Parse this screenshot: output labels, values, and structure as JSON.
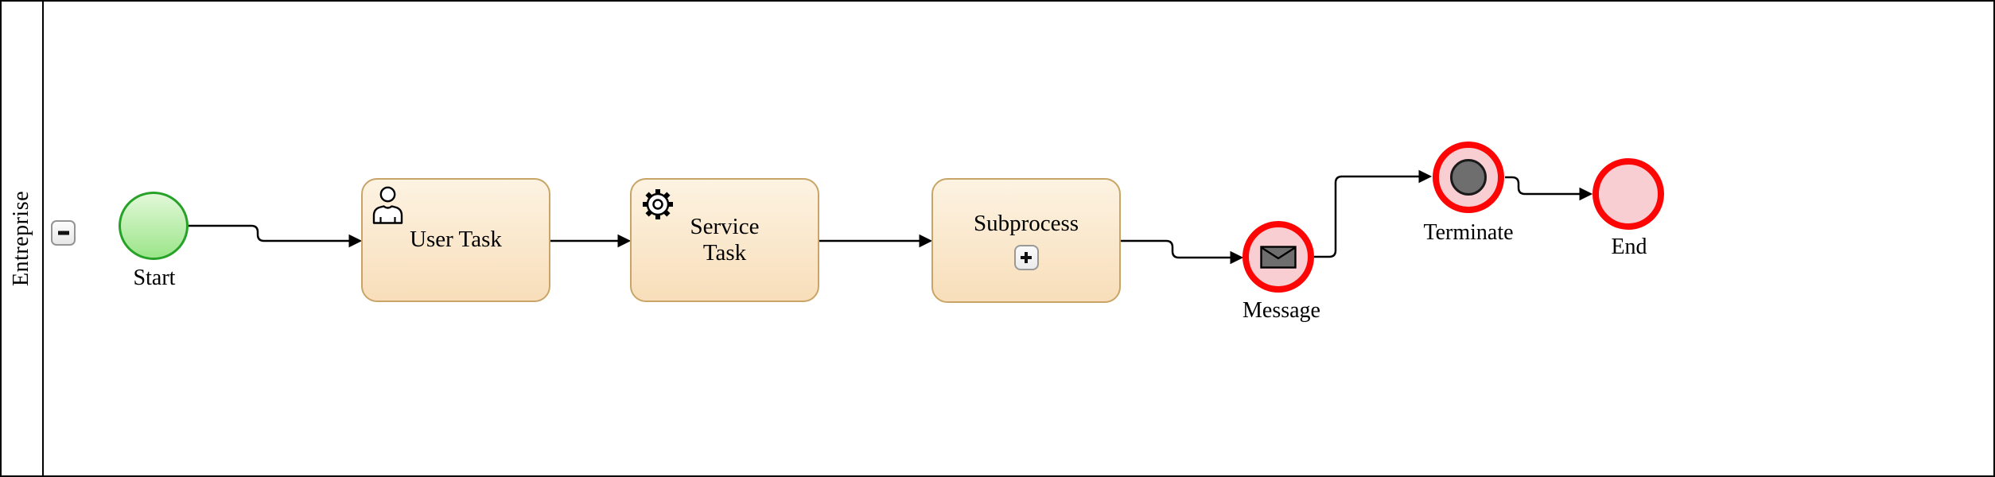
{
  "diagram": {
    "type": "bpmn-process",
    "pool_label": "Entreprise",
    "pool_collapse_symbol": "minus",
    "events": {
      "start": {
        "label": "Start",
        "kind": "start-event",
        "fill": "#9be58a",
        "stroke": "#27a228"
      },
      "message": {
        "label": "Message",
        "kind": "intermediate-message-event",
        "fill": "#f9ced3",
        "stroke": "#fe0505"
      },
      "terminate": {
        "label": "Terminate",
        "kind": "terminate-end-event",
        "fill": "#f9ced3",
        "stroke": "#fe0505"
      },
      "end": {
        "label": "End",
        "kind": "end-event",
        "fill": "#f9ced3",
        "stroke": "#fe0505"
      }
    },
    "tasks": {
      "user": {
        "label": "User Task",
        "icon": "person-icon"
      },
      "service": {
        "label": "Service\nTask",
        "icon": "gear-icon"
      },
      "subprocess": {
        "label": "Subprocess",
        "icon": "plus-icon"
      }
    },
    "flows": [
      {
        "from": "start",
        "to": "user-task"
      },
      {
        "from": "user-task",
        "to": "service-task"
      },
      {
        "from": "service-task",
        "to": "subprocess"
      },
      {
        "from": "subprocess",
        "to": "message"
      },
      {
        "from": "message",
        "to": "terminate"
      },
      {
        "from": "terminate",
        "to": "end"
      }
    ],
    "icons": {
      "person-icon": "human head and shoulders outline",
      "gear-icon": "cog outline",
      "envelope-icon": "filled gray envelope",
      "terminate-icon": "filled gray circle",
      "plus-icon": "plus sign in rounded square",
      "minus-icon": "minus sign in rounded square"
    },
    "colors": {
      "pool_border": "#000000",
      "task_fill_top": "#fdf3e2",
      "task_fill_bottom": "#f8deba",
      "task_border": "#c8a566",
      "start_fill_top": "#e2f8d8",
      "start_fill_bottom": "#9be58a",
      "start_border": "#27a228",
      "event_ring_red": "#fe0505",
      "event_pink": "#f9ced3",
      "icon_gray": "#6e6e6e",
      "wire": "#000000"
    }
  }
}
